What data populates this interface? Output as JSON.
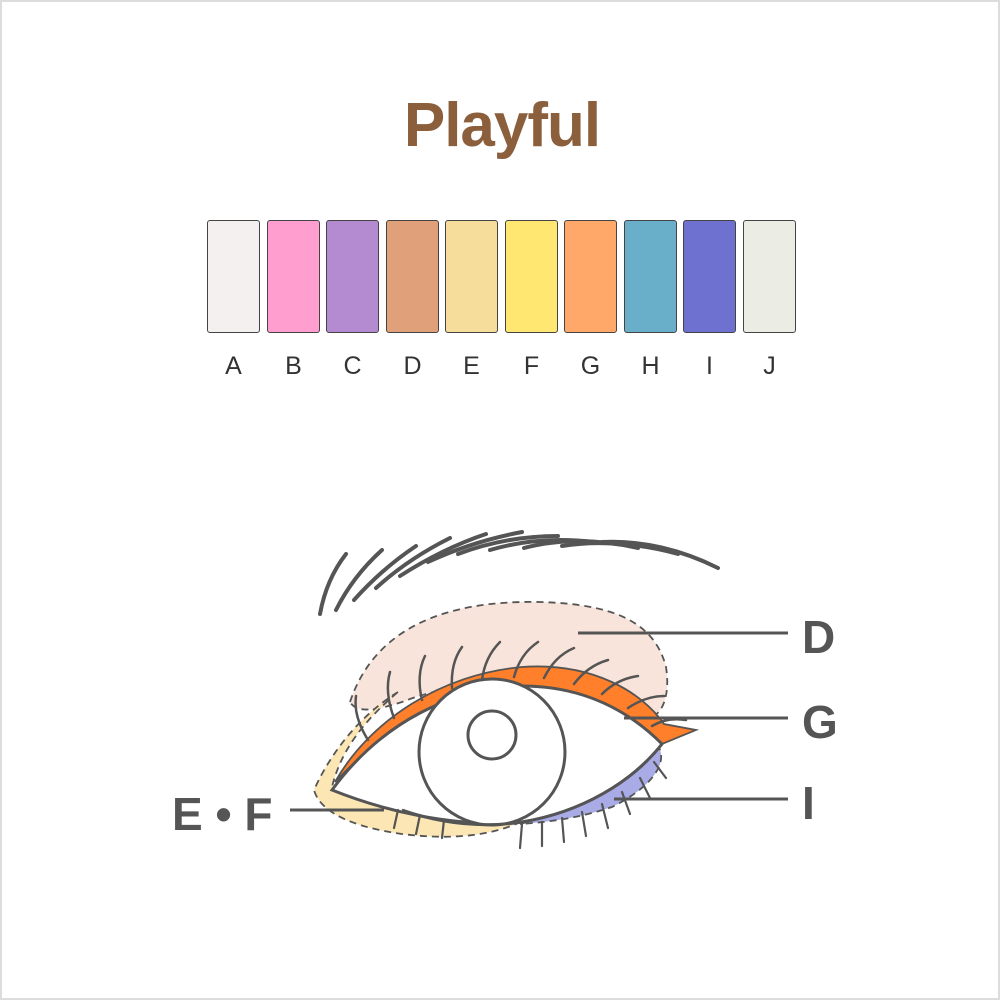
{
  "title": "Playful",
  "palette": [
    {
      "letter": "A",
      "color": "#f3f0ef"
    },
    {
      "letter": "B",
      "color": "#ff9ecf"
    },
    {
      "letter": "C",
      "color": "#b48bd0"
    },
    {
      "letter": "D",
      "color": "#dfa07a"
    },
    {
      "letter": "E",
      "color": "#f6dd9c"
    },
    {
      "letter": "F",
      "color": "#ffe772"
    },
    {
      "letter": "G",
      "color": "#ffa869"
    },
    {
      "letter": "H",
      "color": "#6aafc9"
    },
    {
      "letter": "I",
      "color": "#6f71d1"
    },
    {
      "letter": "J",
      "color": "#ebede4"
    }
  ],
  "callouts": {
    "d": "D",
    "g": "G",
    "i": "I",
    "ef": "E • F"
  },
  "colors": {
    "brow_and_lines": "#555555",
    "lid_shadow": "#f8e4da",
    "liner": "#ff7f2a",
    "inner_highlight": "#fbe6b4",
    "lower_liner": "#a9abe6"
  }
}
